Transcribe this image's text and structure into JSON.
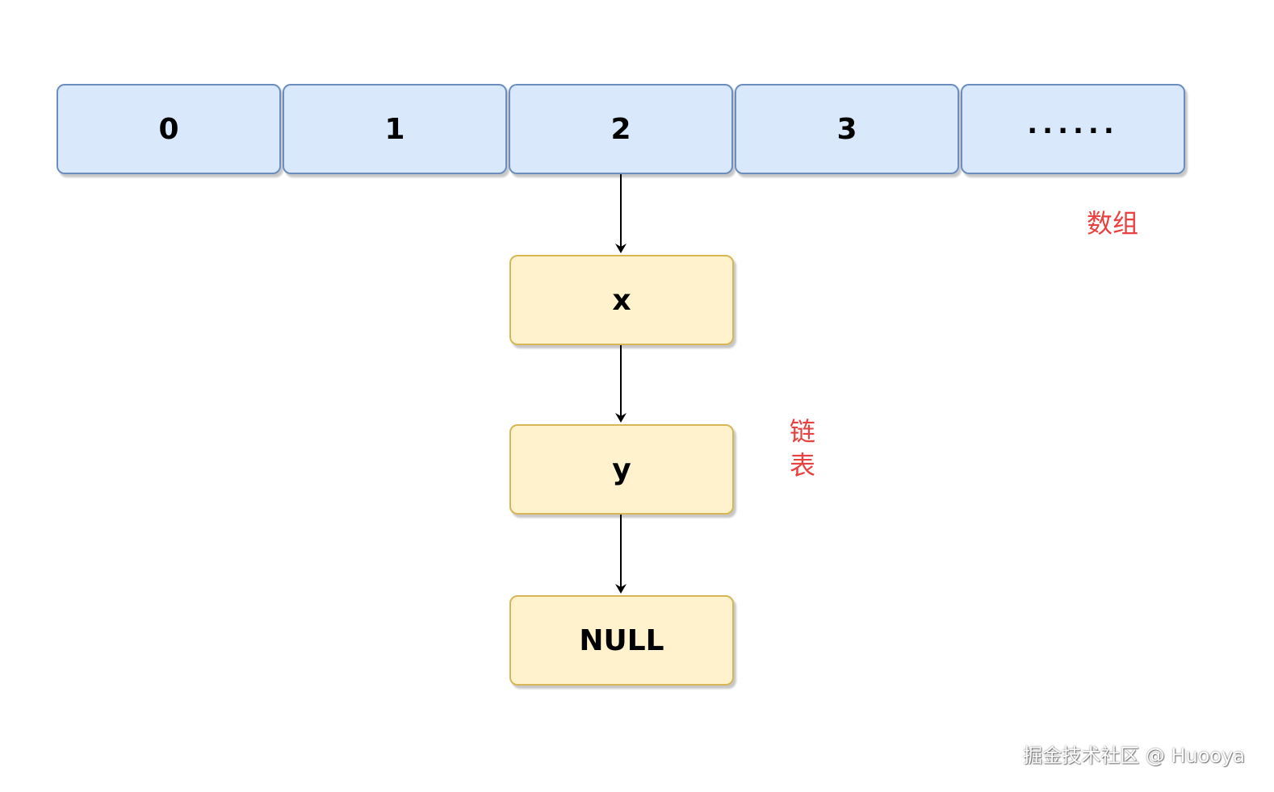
{
  "array": {
    "cells": [
      "0",
      "1",
      "2",
      "3",
      "......"
    ],
    "label": "数组"
  },
  "list": {
    "nodes": [
      "x",
      "y",
      "NULL"
    ],
    "label": "链表"
  },
  "watermark": "掘金技术社区 @ Huooya",
  "colors": {
    "array_fill": "#dae8fc",
    "array_stroke": "#6c8ebf",
    "node_fill": "#fff2cc",
    "node_stroke": "#d6b656",
    "label_red": "#e8413f"
  }
}
